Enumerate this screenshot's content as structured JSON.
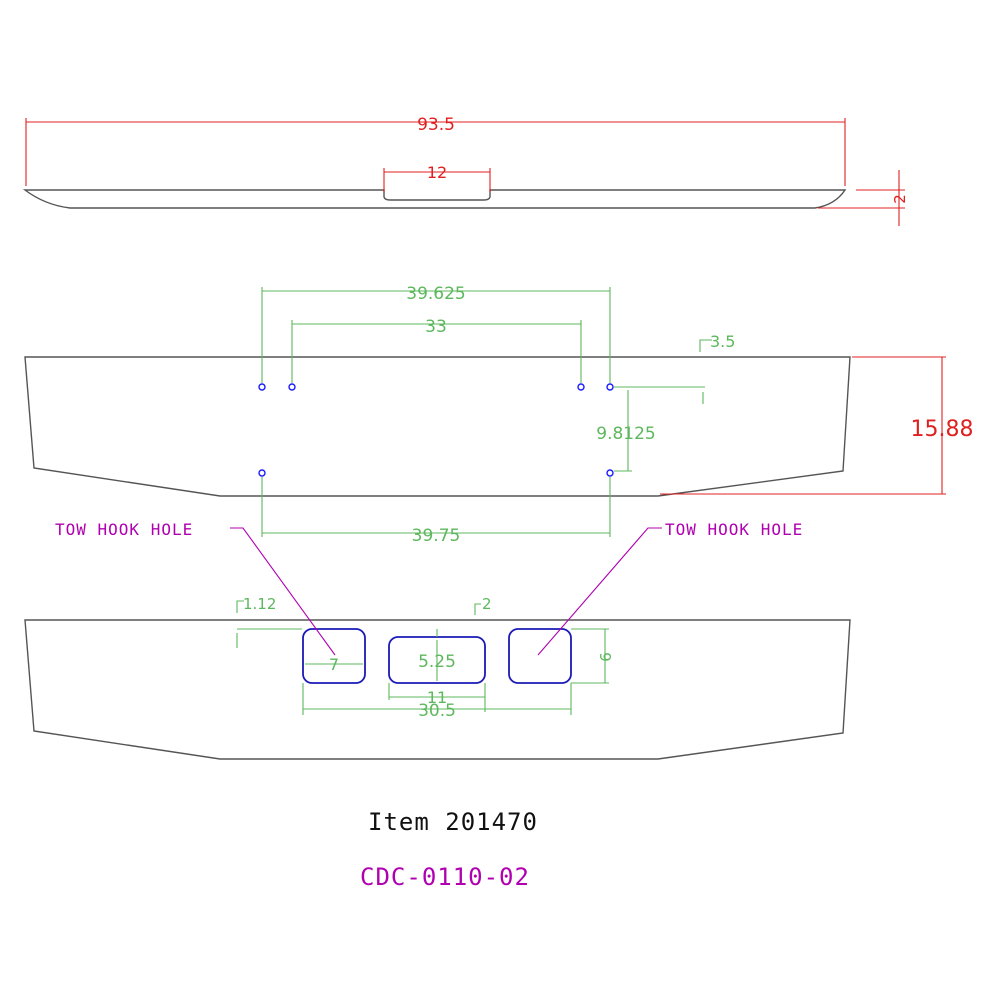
{
  "top_view": {
    "overall_length": "93.5",
    "center_notch_width": "12",
    "end_drop": "2"
  },
  "front_view": {
    "outer_hole_spacing": "39.625",
    "inner_hole_spacing": "33",
    "top_hole_offset": "3.5",
    "vertical_hole_spacing": "9.8125",
    "lower_hole_spacing": "39.75",
    "height": "15.88"
  },
  "tow_hook": {
    "left_callout": "TOW HOOK HOLE",
    "right_callout": "TOW HOOK HOLE",
    "edge_offset": "1.12",
    "top_offset": "2",
    "slot_width": "7",
    "center_slot_inner": "5.25",
    "slot_height": "6",
    "center_slot_width": "11",
    "overall_span": "30.5"
  },
  "title": {
    "item_label": "Item 201470",
    "drawing_code": "CDC-0110-02"
  },
  "colors": {
    "outline": "#555555",
    "dimension_red": "#e02020",
    "dimension_green": "#5cb85c",
    "callout_magenta": "#b000b0",
    "hole_blue": "#1a1aff"
  }
}
